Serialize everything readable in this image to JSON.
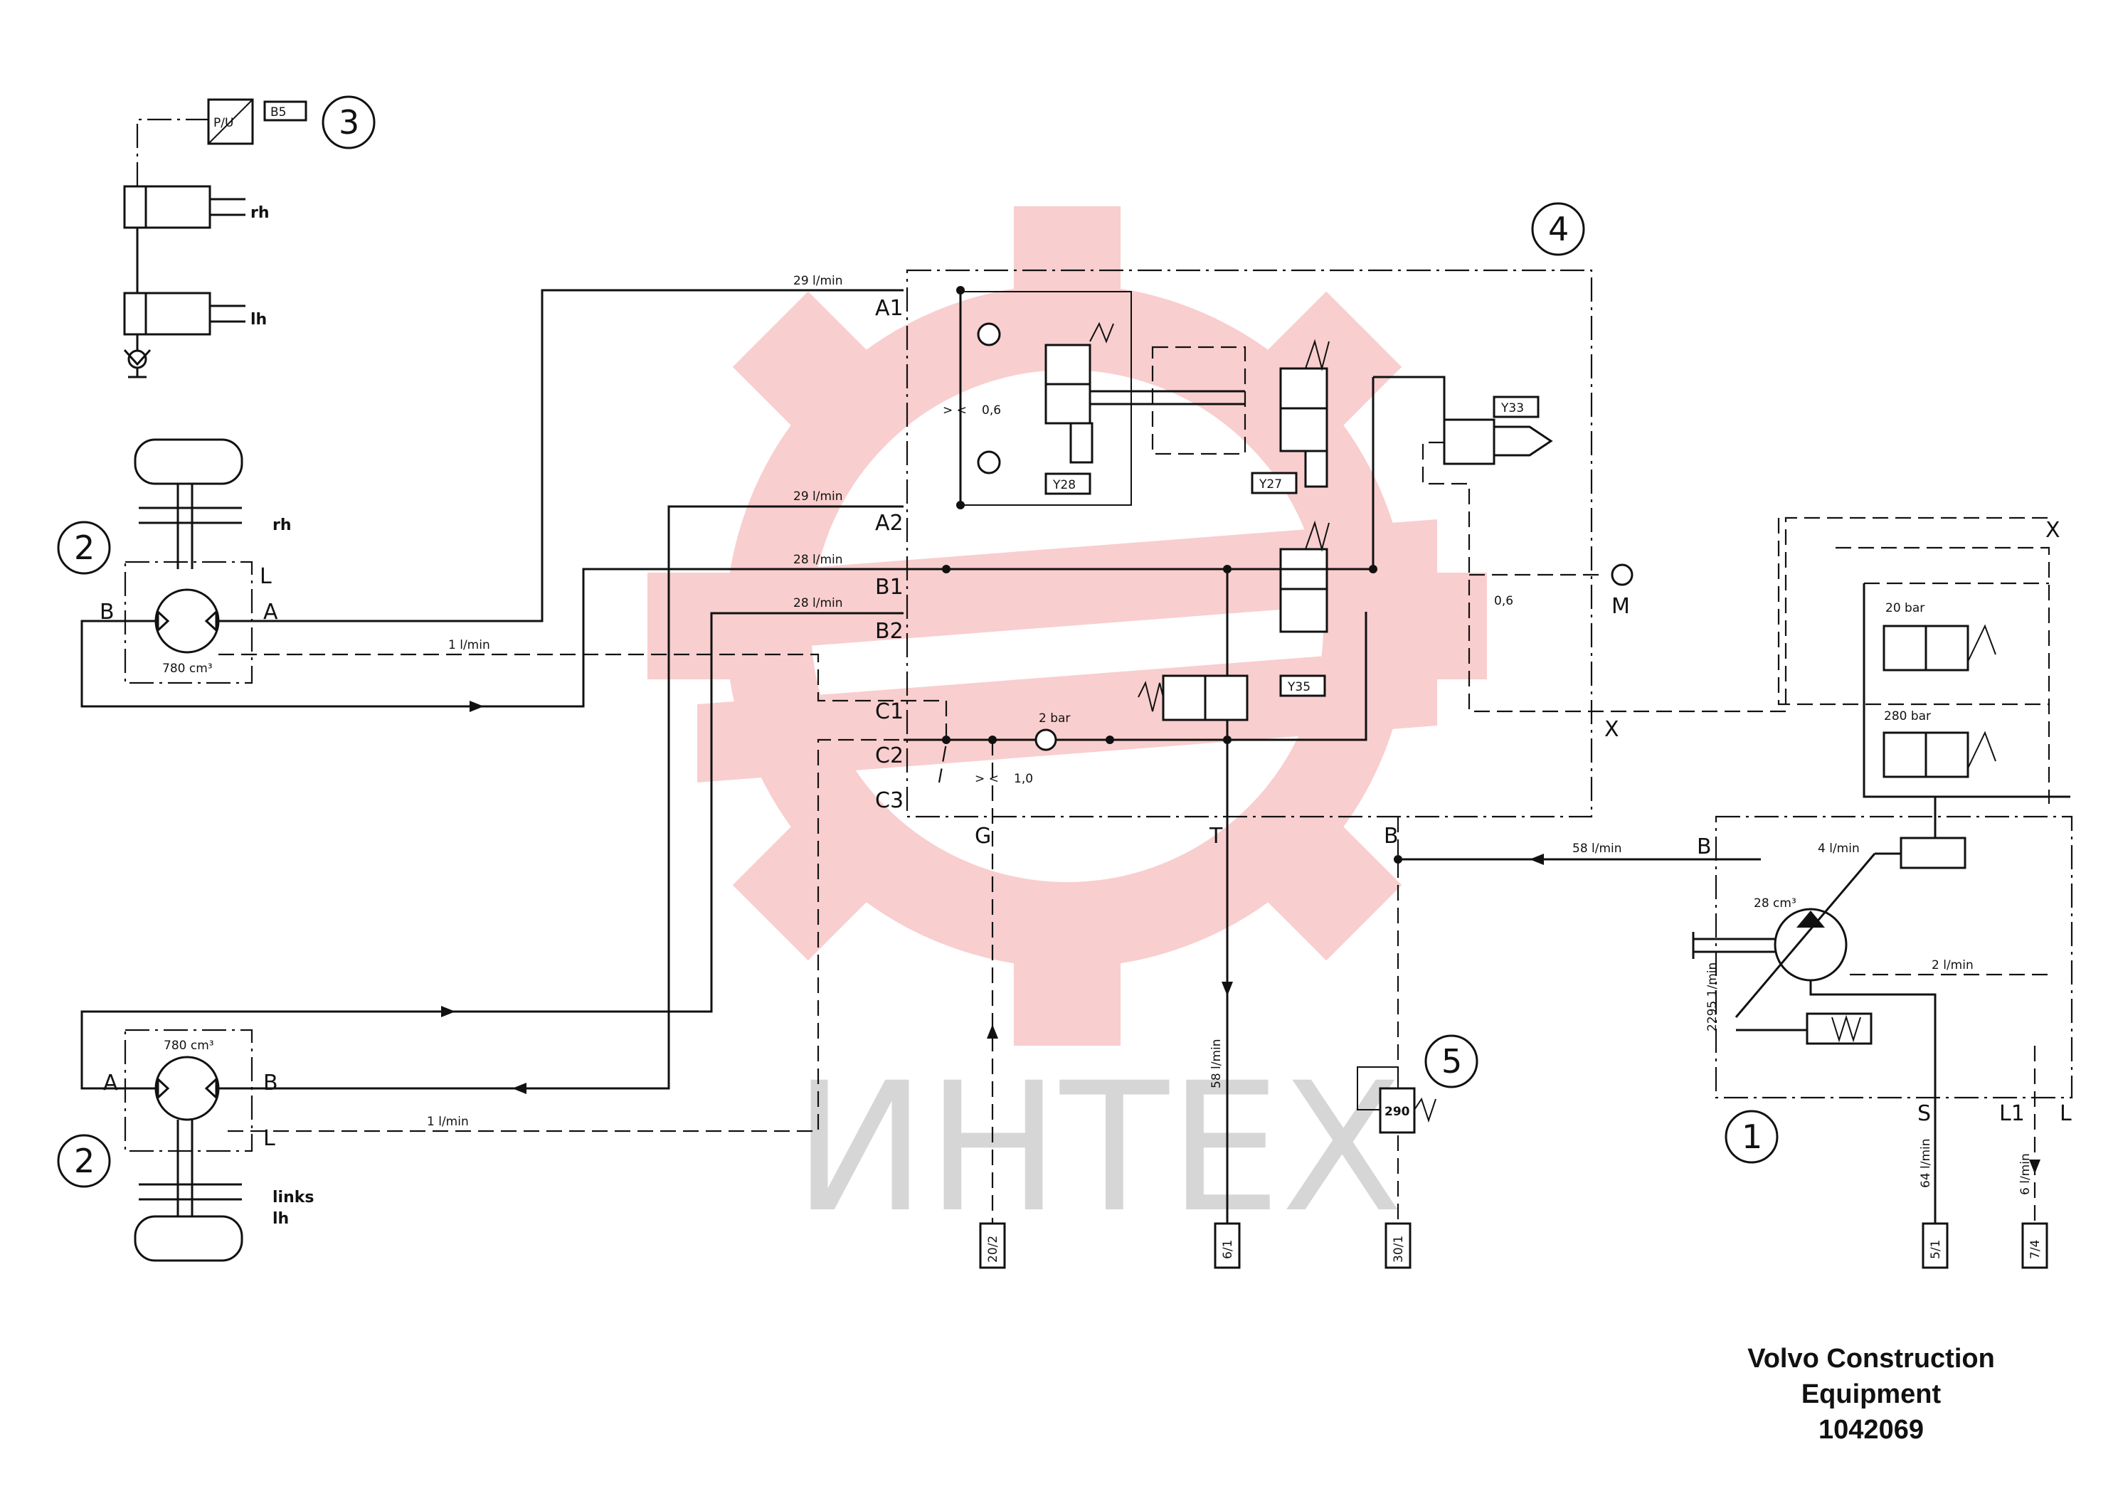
{
  "watermark": {
    "text": "ИНТЕХ",
    "gear_color": "#f4a7a7",
    "text_color": "#cccccc"
  },
  "components": {
    "sensor": {
      "symbol": "P/U",
      "tag": "B5",
      "number": "3"
    },
    "cylinders": {
      "rh": "rh",
      "lh": "lh"
    },
    "motor_front": {
      "number": "2",
      "side": "rh",
      "displacement": "780 cm³",
      "ports": {
        "B": "B",
        "A": "A",
        "L": "L"
      }
    },
    "motor_rear": {
      "number": "2",
      "side_line1": "links",
      "side_line2": "lh",
      "displacement": "780 cm³",
      "ports": {
        "A": "A",
        "B": "B",
        "L": "L"
      }
    },
    "valve_block": {
      "number": "4",
      "solenoids": [
        "Y28",
        "Y27",
        "Y33",
        "Y35"
      ],
      "orifice_top": "0,6",
      "orifice_bottom": "1,0",
      "orifice_right": "0,6",
      "check_pressure": "2 bar"
    },
    "pump": {
      "number": "1",
      "displacement": "28 cm³",
      "relief_1": "20 bar",
      "relief_2": "280 bar",
      "speed": "2295 1/min",
      "ports": {
        "B": "B",
        "S": "S",
        "L1": "L1",
        "L": "L",
        "X": "X"
      }
    },
    "relief_valve": {
      "number": "5",
      "pressure": "290"
    }
  },
  "ports": {
    "A1": "A1",
    "A2": "A2",
    "B1": "B1",
    "B2": "B2",
    "C1": "C1",
    "C2": "C2",
    "C3": "C3",
    "G": "G",
    "T": "T",
    "B": "B",
    "M": "M",
    "X_top": "X",
    "X_bottom": "X"
  },
  "flows": {
    "a1": "29 l/min",
    "a2": "29 l/min",
    "b1": "28 l/min",
    "b2": "28 l/min",
    "leak_front": "1 l/min",
    "leak_rear": "1 l/min",
    "main": "58 l/min",
    "pump_drain_top": "4 l/min",
    "pump_drain": "2 l/min",
    "tank_return": "58 l/min",
    "suction": "64 l/min",
    "drain": "6 l/min"
  },
  "terminals": [
    "20/2",
    "6/1",
    "30/1",
    "5/1",
    "7/4"
  ],
  "footer": {
    "line1": "Volvo Construction",
    "line2": "Equipment",
    "line3": "1042069"
  }
}
